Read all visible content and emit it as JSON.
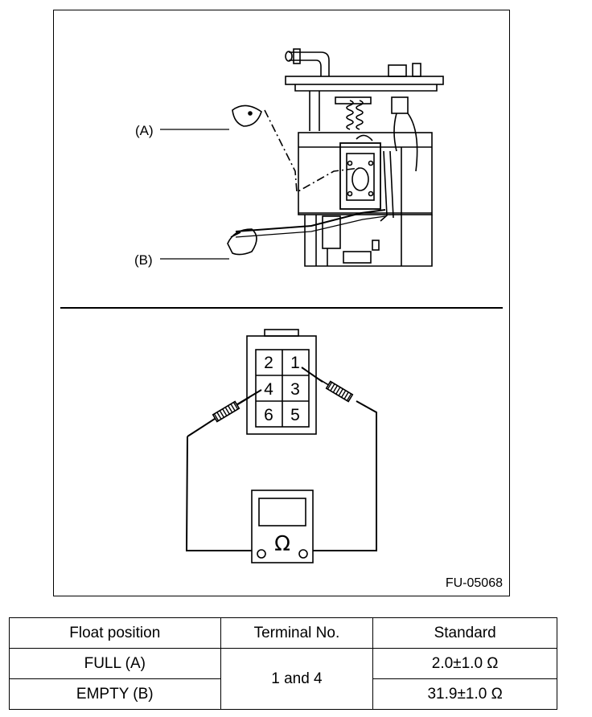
{
  "figure": {
    "label_a": "(A)",
    "label_b": "(B)",
    "figure_id": "FU-05068",
    "connector_pins": [
      "2",
      "1",
      "4",
      "3",
      "6",
      "5"
    ],
    "meter_symbol": "Ω"
  },
  "table": {
    "headers": [
      "Float position",
      "Terminal No.",
      "Standard"
    ],
    "rows": [
      {
        "position": "FULL (A)",
        "terminal": "1 and 4",
        "standard": "2.0±1.0 Ω"
      },
      {
        "position": "EMPTY (B)",
        "standard": "31.9±1.0 Ω"
      }
    ]
  }
}
